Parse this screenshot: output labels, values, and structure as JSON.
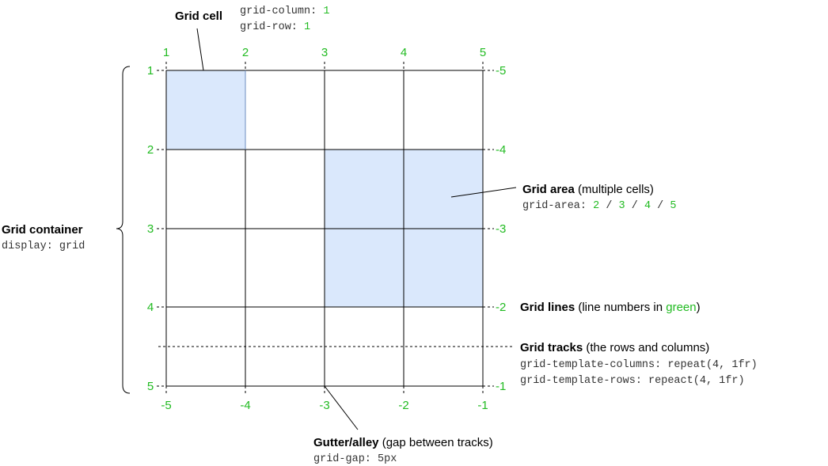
{
  "labels": {
    "cell": {
      "title": "Grid cell",
      "code_col_prop": "grid-column: ",
      "code_col_val": "1",
      "code_row_prop": "grid-row: ",
      "code_row_val": "1"
    },
    "container": {
      "title": "Grid container",
      "code": "display: grid"
    },
    "area": {
      "title": "Grid area",
      "desc": " (multiple cells)",
      "code_prop": "grid-area: ",
      "v1": "2",
      "sep1": " / ",
      "v2": "3",
      "sep2": " / ",
      "v3": "4",
      "sep3": " / ",
      "v4": "5"
    },
    "lines": {
      "title": "Grid lines",
      "desc_pre": " (line numbers in ",
      "desc_green": "green",
      "desc_post": ")"
    },
    "tracks": {
      "title": "Grid tracks",
      "desc": " (the rows and columns)",
      "code1": "grid-template-columns: repeat(4, 1fr)",
      "code2": "grid-template-rows: repeact(4, 1fr)"
    },
    "gutter": {
      "title": "Gutter/alley",
      "desc": " (gap between tracks)",
      "code": "grid-gap: 5px"
    }
  },
  "line_numbers": {
    "top": [
      "1",
      "2",
      "3",
      "4",
      "5"
    ],
    "bottom": [
      "-5",
      "-4",
      "-3",
      "-2",
      "-1"
    ],
    "left": [
      "1",
      "2",
      "3",
      "4",
      "5"
    ],
    "right": [
      "-5",
      "-4",
      "-3",
      "-2",
      "-1"
    ]
  },
  "colors": {
    "line_number_green": "#22bb22",
    "highlight_fill": "#dae8fc",
    "highlight_stroke": "#6c8ebf"
  }
}
